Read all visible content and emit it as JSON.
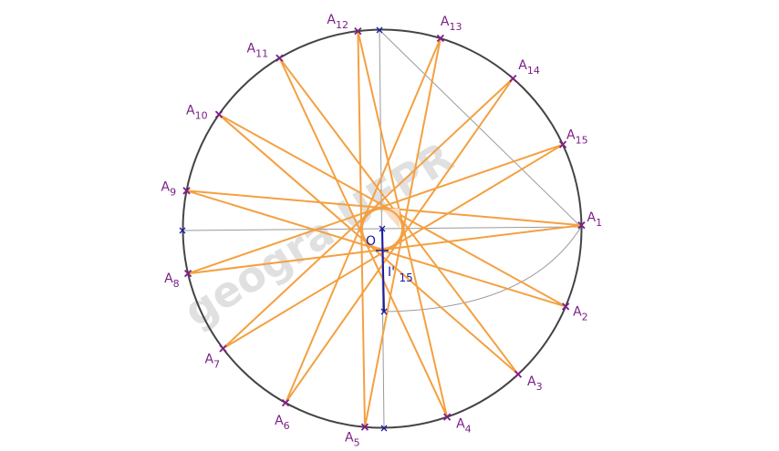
{
  "watermark": "geogra UFPR",
  "center_label": "O",
  "center_sub_label": "I'15",
  "points": [
    {
      "name": "A",
      "sub": "1"
    },
    {
      "name": "A",
      "sub": "2"
    },
    {
      "name": "A",
      "sub": "3"
    },
    {
      "name": "A",
      "sub": "4"
    },
    {
      "name": "A",
      "sub": "5"
    },
    {
      "name": "A",
      "sub": "6"
    },
    {
      "name": "A",
      "sub": "7"
    },
    {
      "name": "A",
      "sub": "8"
    },
    {
      "name": "A",
      "sub": "9"
    },
    {
      "name": "A",
      "sub": "10"
    },
    {
      "name": "A",
      "sub": "11"
    },
    {
      "name": "A",
      "sub": "12"
    },
    {
      "name": "A",
      "sub": "13"
    },
    {
      "name": "A",
      "sub": "14"
    },
    {
      "name": "A",
      "sub": "15"
    }
  ],
  "colors": {
    "circle": "#444444",
    "star": "#f4a040",
    "points": "#7b1f86",
    "construction": "#9a9a9a",
    "segment": "#1a1aa6"
  }
}
